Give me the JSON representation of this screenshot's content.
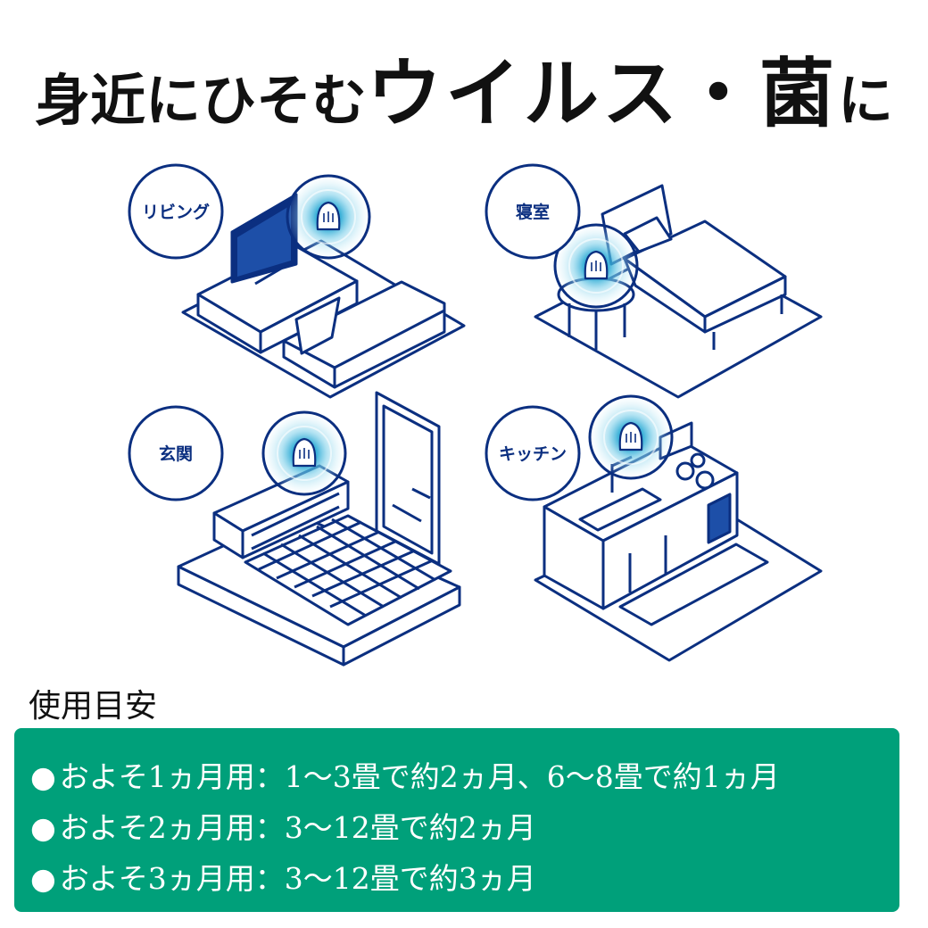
{
  "headline": {
    "part1": "身近にひそむ",
    "part2": "ウイルス・菌",
    "part3": "に"
  },
  "rooms": [
    {
      "id": "living",
      "label": "リビング"
    },
    {
      "id": "bedroom",
      "label": "寝室"
    },
    {
      "id": "entrance",
      "label": "玄関"
    },
    {
      "id": "kitchen",
      "label": "キッチン"
    }
  ],
  "usage": {
    "title": "使用目安",
    "bullet": "●",
    "rows": [
      "およそ1ヵ月用：1〜3畳で約2ヵ月、6〜8畳で約1ヵ月",
      "およそ2ヵ月用：3〜12畳で約2ヵ月",
      "およそ3ヵ月用：3〜12畳で約3ヵ月"
    ]
  },
  "colors": {
    "line": "#0b2f80",
    "glow": "#1aa3d1",
    "usage_bg": "#00a07a"
  },
  "icons": [
    "virus-remover-device-icon"
  ]
}
